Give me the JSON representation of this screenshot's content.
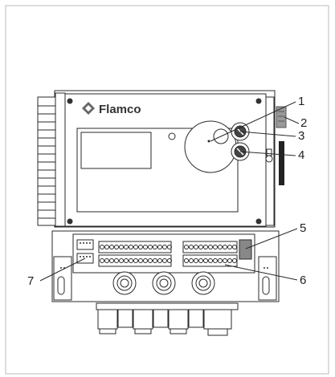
{
  "brand": {
    "name": "Flamco"
  },
  "callouts": [
    "1",
    "2",
    "3",
    "4",
    "5",
    "6",
    "7"
  ],
  "colors": {
    "outline": "#2a2a2a",
    "background": "#ffffff",
    "screw": "#333333",
    "sticker": "#999999"
  },
  "icons": [
    "flamco-logo-icon",
    "screw-icon",
    "fuse-icon",
    "lock-icon",
    "cable-gland-icon",
    "terminal-block-icon"
  ]
}
